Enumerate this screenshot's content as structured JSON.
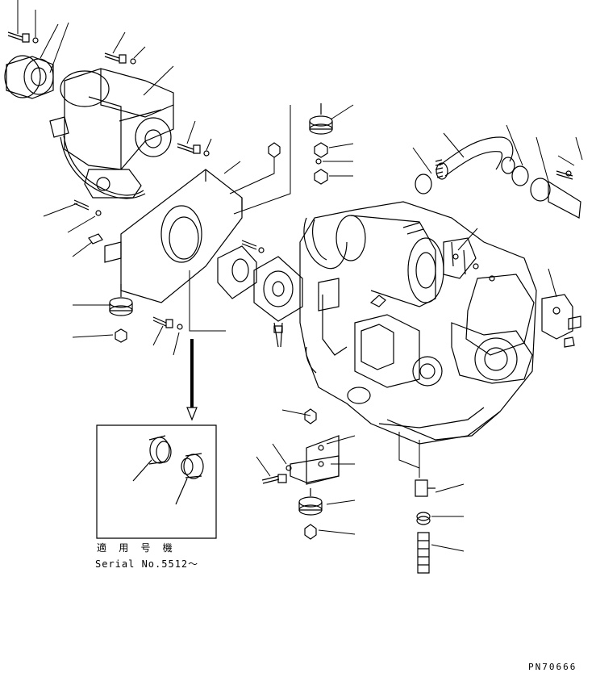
{
  "inset": {
    "serial_label_jp": "適 用 号 機",
    "serial_no": "Serial No.5512～"
  },
  "drawing_number": "PN70666",
  "colors": {
    "line": "#000000",
    "background": "#ffffff"
  }
}
